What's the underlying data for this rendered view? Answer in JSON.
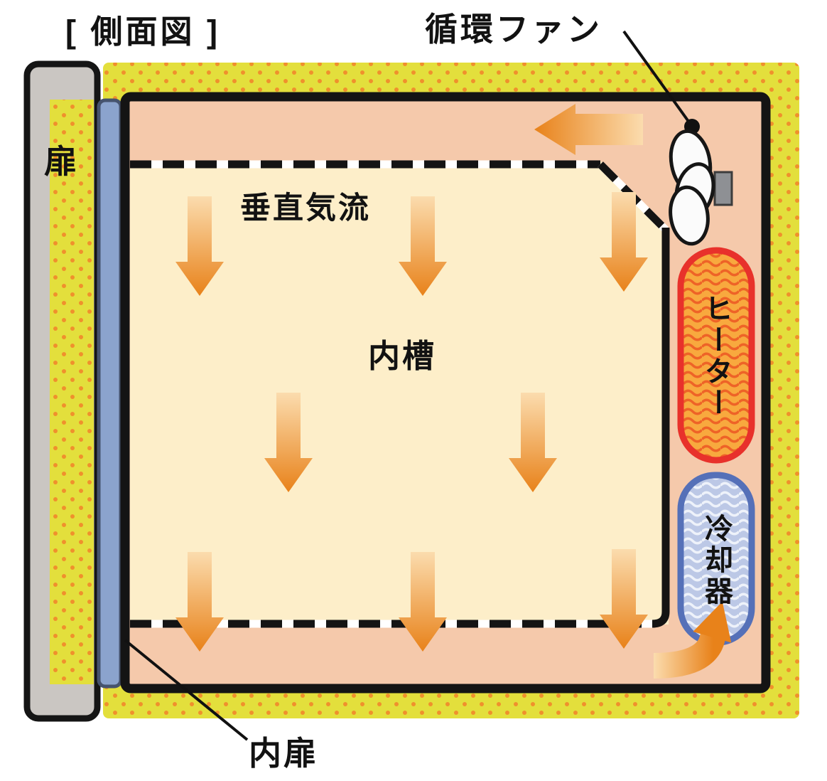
{
  "diagram": {
    "title": "[ 側面図 ]",
    "labels": {
      "circulation_fan": "循環ファン",
      "door": "扉",
      "vertical_airflow": "垂直気流",
      "inner_chamber": "内槽",
      "heater": "ヒーター",
      "cooler": "冷却器",
      "inner_door": "内扉"
    },
    "icons": {
      "fan": "circulation-fan-icon"
    },
    "colors": {
      "insulation_yellow": "#e3df3c",
      "insulation_dot": "#f0902c",
      "outer_passage_pink": "#f5c9ab",
      "inner_chamber_cream": "#fdeec9",
      "arrow_light": "#fbdcae",
      "arrow_dark": "#e8821a",
      "heater_fill": "#f8a93e",
      "heater_wave": "#ee6327",
      "heater_border": "#e8312b",
      "cooler_fill": "#bcc8e6",
      "cooler_wave": "#eef2fa",
      "cooler_border": "#5570b8",
      "inner_door_fill": "#8ba3cd",
      "door_fill": "#cac6c2",
      "outline": "#151515"
    }
  }
}
